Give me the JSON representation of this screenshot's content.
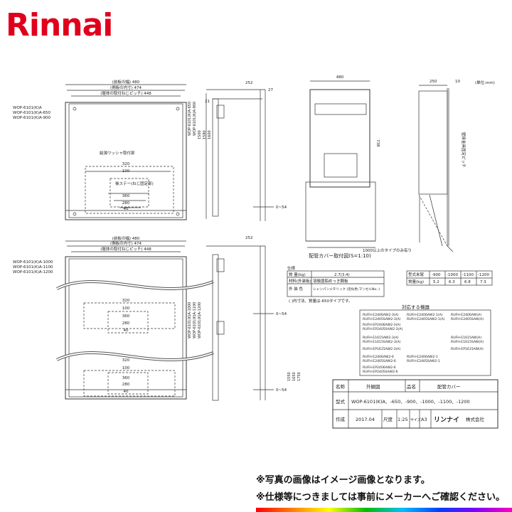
{
  "brand": {
    "name": "Rinnai",
    "color": "#e0001b"
  },
  "drawing": {
    "units": "(単位:mm)",
    "dims": {
      "outer_width": "(前板の幅) 480",
      "inner_width": "(側板の内寸) 474",
      "pitch": "(躯体の取付ねじピッチ) 448",
      "depth": "252",
      "d27": "27",
      "d21": "21",
      "d10": "10",
      "d320": "320",
      "d100": "100",
      "d360": "360",
      "d280": "280",
      "d40": "40",
      "d0_54": "0~54",
      "d480": "480",
      "d250": "250",
      "d738": "738"
    },
    "labels": {
      "washer": "給湯ワッシャ取付部",
      "stay": "後ステー(ねじ固定部)",
      "cover_title": "配管カバー取付図(S=1:10)",
      "cover_note": "1000以上のタイプのみ有り",
      "wall_mount": "壁掛金具固定ピッチ"
    },
    "models_top": [
      "WOP-6101(K)A",
      "WOP-6101(K)A-650",
      "WOP-6101(K)A-900"
    ],
    "models_bottom": [
      "WOP-6101(K)A-1000",
      "WOP-6101(K)A-1100",
      "WOP-6101(K)A-1200"
    ],
    "heights_top": [
      "WOP-6101(K)A-650",
      "WOP-6101(K)A-900"
    ],
    "heights_bottom": [
      "WOP-6101(K)A-1000",
      "WOP-6101(K)A-1100",
      "WOP-6101(K)A-1200"
    ],
    "vertical_dims_top": [
      "1500",
      "1580",
      "1600"
    ],
    "vertical_dims_bottom": [
      "1550",
      "1650",
      "1750"
    ]
  },
  "spec_table": {
    "title": "仕様",
    "rows": [
      [
        "質 量(kg)",
        "2.7(3.4)"
      ],
      [
        "材料(外装板)",
        "溶融亜鉛めっき鋼板"
      ],
      [
        "外 装 色",
        "シャンパンメタリック (近似色:マンセルNo.-)"
      ]
    ],
    "note": "( )内寸法、質量は-650タイプです。"
  },
  "mass_table": {
    "headers": [
      "型式末尾",
      "-900",
      "-1000",
      "-1100",
      "-1200"
    ],
    "row": [
      "質量(kg)",
      "5.2",
      "6.3",
      "6.8",
      "7.3"
    ]
  },
  "compatible": {
    "title": "対応する機器",
    "col1": [
      "RUFH-E2406AW2-3(A)",
      "RUFH-E2405SAW2-3(A)",
      "RUFH-EP2406AW2-3(A)",
      "RUFH-EP2405SAW2-3(A)",
      "RUFH-E1615AW2-3(A)",
      "RUFH-E1615SAW2-3(A)",
      "RUFH-EP1615AW2-3(A)",
      "RUFH-E2406AW2-6",
      "RUFH-E2405SAW2-6",
      "RUFH-EP2406AW2-6",
      "RUFH-EP2405SAW2-6"
    ],
    "col2": [
      "RUFH-E2406AW2-1(A)",
      "RUFH-E2405SAW2-1(A)",
      "RUFH-E2406AW2-1",
      "RUFH-E2405SAW2-1"
    ],
    "col3": [
      "RUFH-E2406AW(A)",
      "RUFH-E2405SAW(A)",
      "RUFH-E1615AW(A)",
      "RUFH-E1615SAW(A)",
      "RUFH-EP1615AW(A)"
    ]
  },
  "title_block": {
    "name_label": "名称",
    "name_value": "外観図",
    "part_label": "品名",
    "part_value": "配管カバー",
    "model_label": "型式",
    "model_value": "WOP-6101(K)A、-650、-900、-1000、-1100、-1200",
    "made_label": "作成",
    "made_value": "2017.04",
    "scale_label": "尺度",
    "scale_value": "1:25",
    "size_label": "サイズ",
    "size_value": "A3",
    "company_logo": "リンナイ",
    "company_name": "株式会社"
  },
  "notes": [
    "※写真の画像はイメージ画像となります。",
    "※仕様等につきましては事前にメーカーへご確認ください。"
  ]
}
